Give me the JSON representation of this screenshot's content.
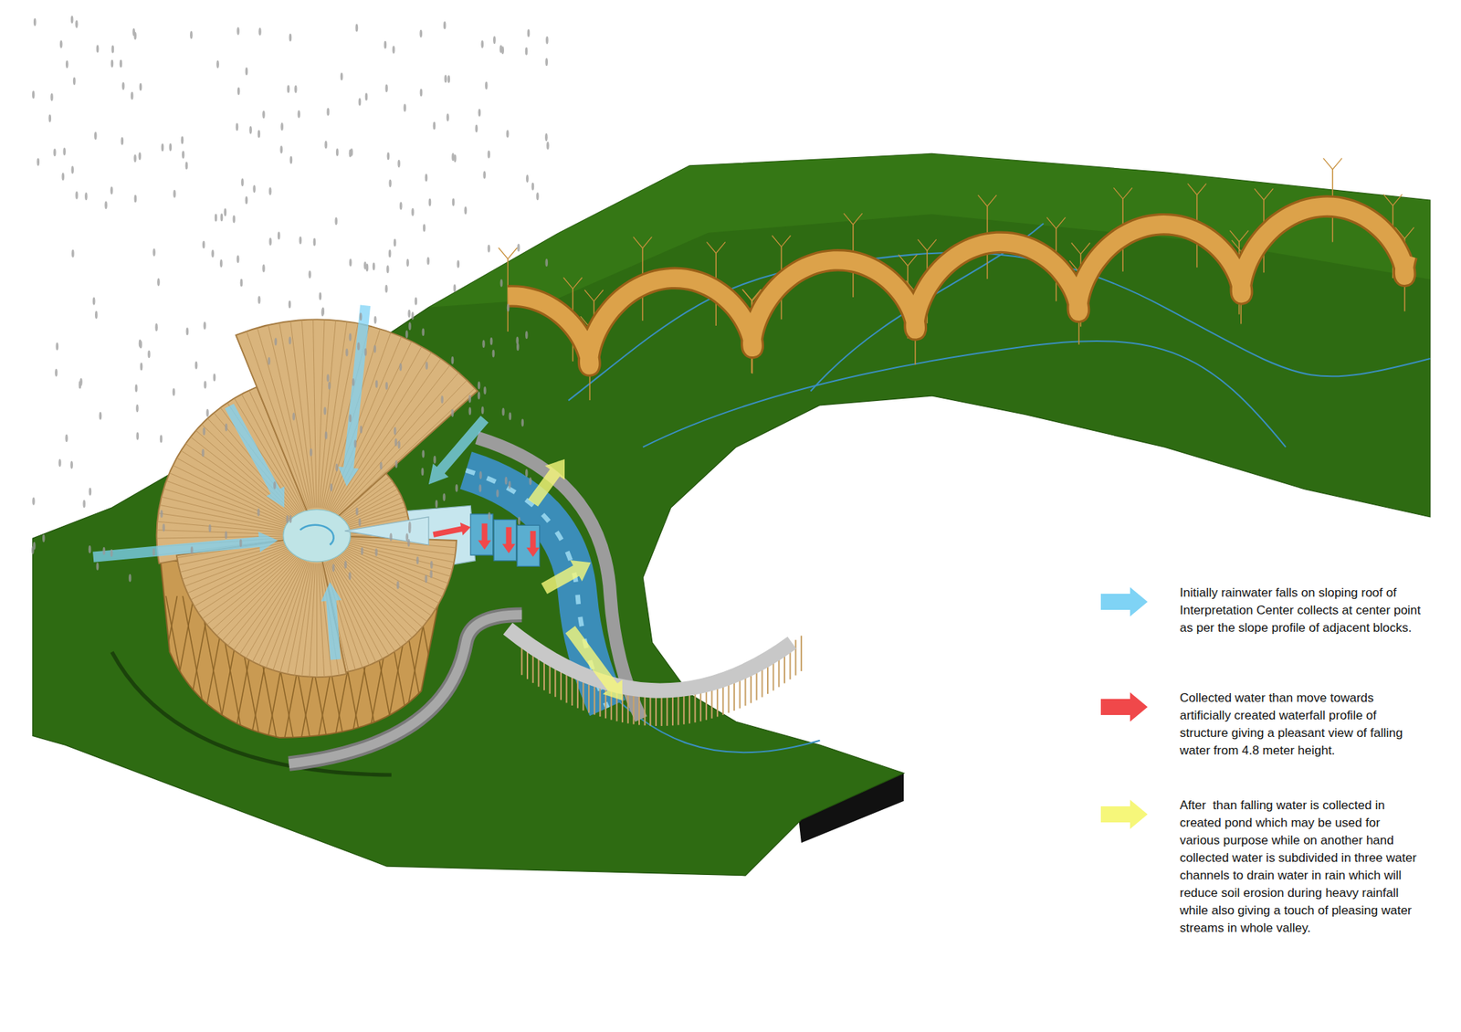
{
  "diagram": {
    "legend": [
      {
        "text": "Initially rainwater falls on sloping roof of Interpretation Center collects at center point as per the slope profile of adjacent blocks.",
        "color": "#7fd3f5"
      },
      {
        "text": "Collected water than move towards artificially created waterfall profile of structure giving a pleasant view of falling water from 4.8 meter height.",
        "color": "#f0484a"
      },
      {
        "text": "After  than falling water is collected in created pond which may be used for various purpose while on another hand collected water is subdivided in three water channels to drain water in rain which will reduce soil erosion during heavy rainfall while also giving a touch of pleasing water streams in whole valley.",
        "color": "#f6f77a"
      }
    ]
  }
}
